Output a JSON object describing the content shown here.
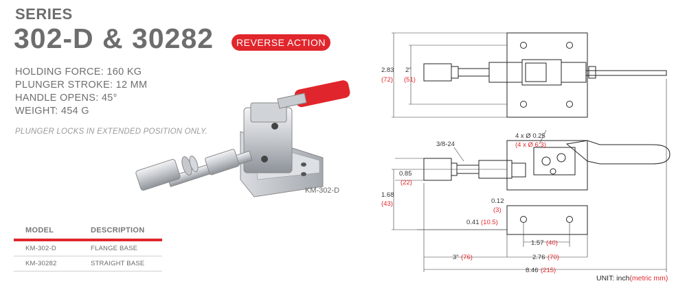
{
  "header": {
    "series": "SERIES",
    "model": "302-D & 30282",
    "badge": "REVERSE ACTION"
  },
  "specs": [
    "HOLDING FORCE: 160 KG",
    "PLUNGER STROKE: 12 MM",
    "HANDLE OPENS: 45°",
    "WEIGHT: 454 G"
  ],
  "note": "PLUNGER LOCKS IN EXTENDED POSITION ONLY.",
  "photo_caption": "KM-302-D",
  "table": {
    "headers": [
      "MODEL",
      "DESCRIPTION"
    ],
    "rows": [
      [
        "KM-302-D",
        "FLANGE BASE"
      ],
      [
        "KM-30282",
        "STRAIGHT BASE"
      ]
    ]
  },
  "drawing": {
    "d_283": "2.83",
    "d_72": "(72)",
    "d_2in": "2\"",
    "d_51": "(51)",
    "holes": "4 x Ø 0.25",
    "holes_mm": "(4 x Ø 6.3)",
    "thread": "3/8-24",
    "d_085": "0.85",
    "d_22": "(22)",
    "d_168": "1.68",
    "d_43": "(43)",
    "d_012": "0.12",
    "d_3": "(3)",
    "d_041": "0.41",
    "d_105": "(10.5)",
    "d_157": "1.57",
    "d_40": "(40)",
    "d_3in": "3\"",
    "d_76": "(76)",
    "d_276": "2.76",
    "d_70": "(70)",
    "d_846": "8.46",
    "d_215": "(215)"
  },
  "unit": {
    "label": "UNIT: inch",
    "metric": "(metric mm)"
  },
  "colors": {
    "accent": "#e0262c",
    "title_gray": "#6d6d6d"
  }
}
